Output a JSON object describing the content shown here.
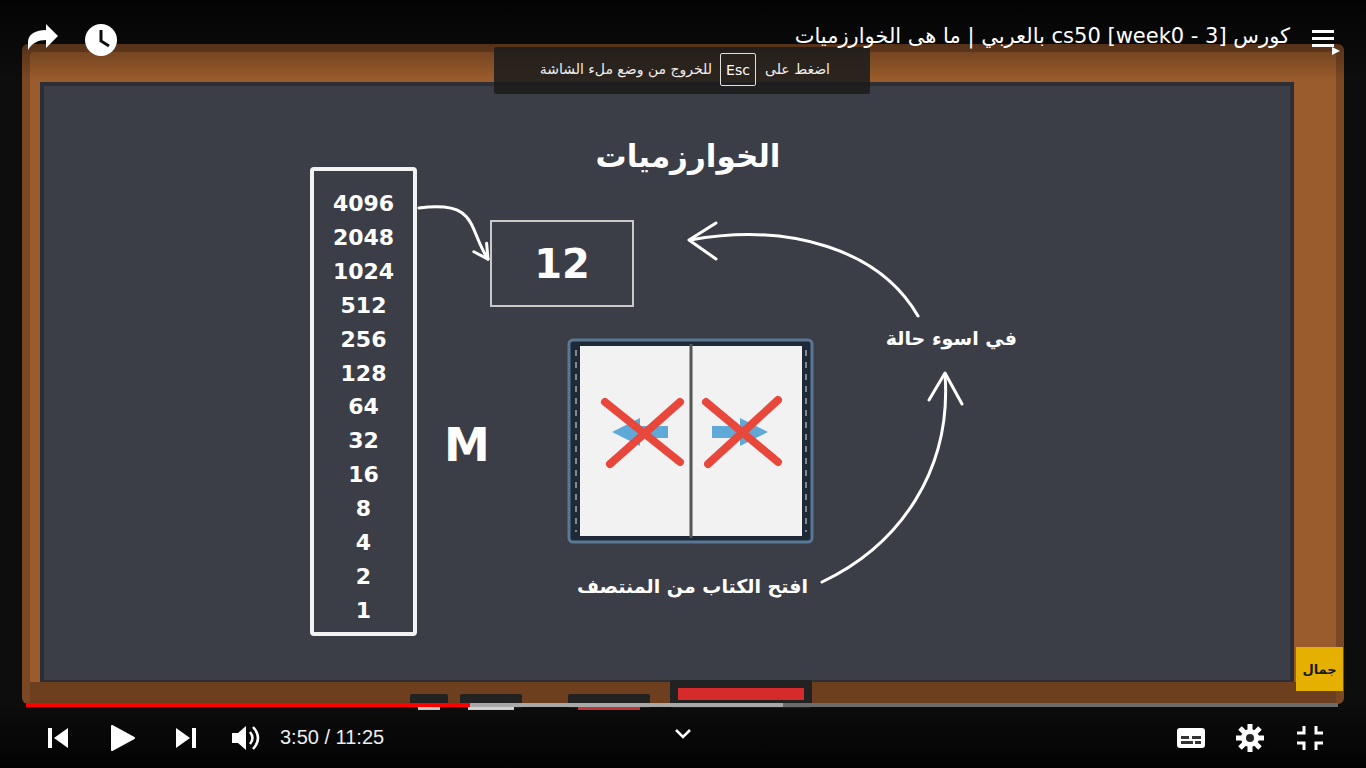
{
  "diagram": {
    "title": "الخوارزميات",
    "nodes": [
      {
        "text": [
          "اضغط على",
          "للخروج من وضع ملء الشاشة"
        ]
      },
      {
        "text": [
          "Esc"
        ],
        "in": 0
      },
      {
        "text": [
          "4096",
          "2048",
          "1024",
          "512",
          "256",
          "128",
          "64",
          "32",
          "16",
          "8",
          "4",
          "2",
          "1"
        ]
      },
      {
        "text": [
          "12"
        ]
      },
      {
        "text": [
          "جمال"
        ]
      }
    ],
    "edges": [
      {
        "from": 2,
        "to": 3,
        "arrow": "to"
      }
    ],
    "labels": [
      "كورس cs50 [week0 - 3] بالعربي | ما هى الخوارزميات",
      "M",
      "في اسوء حالة",
      "افتح الكتاب من المنتصف",
      "3:50 / 11:25"
    ]
  }
}
